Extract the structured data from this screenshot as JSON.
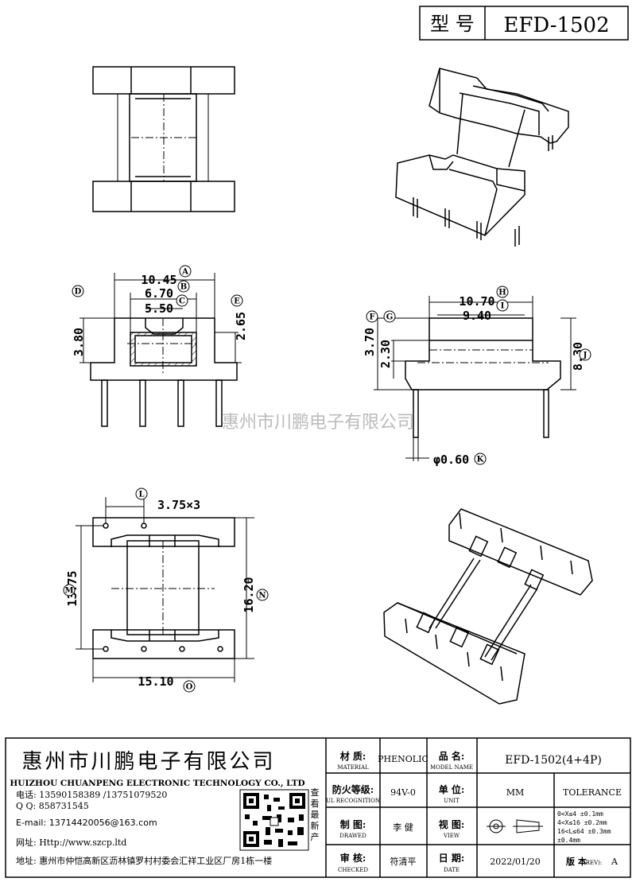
{
  "header": {
    "model_label": "型 号",
    "model_number": "EFD-1502"
  },
  "dims": {
    "a": "10.45",
    "b": "6.70",
    "c": "5.50",
    "d": "3.80",
    "e": "2.65",
    "f": "3.70",
    "g": "2.30",
    "h": "10.70",
    "i": "9.40",
    "j": "8.30",
    "k": "φ0.60",
    "l": "3.75×3",
    "m": "13.75",
    "n": "16.20",
    "o": "15.10"
  },
  "tags": [
    "A",
    "B",
    "C",
    "D",
    "E",
    "F",
    "G",
    "H",
    "I",
    "J",
    "K",
    "L",
    "M",
    "N",
    "O"
  ],
  "watermark": {
    "company_cn": "惠州市川鹏电子有限公司"
  },
  "company": {
    "name_cn": "惠州市川鹏电子有限公司",
    "name_en": "HUIZHOU CHUANPENG ELECTRONIC TECHNOLOGY CO., LTD",
    "phone": "电话: 13590158389 /13751079520",
    "qq": "Q Q: 858731545",
    "email": "E-mail: 13714420056@163.com",
    "website": "网址: Http://www.szcp.ltd",
    "address": "地址: 惠州市仲恺高新区沥林镇罗村村委会汇祥工业区厂房1栋一楼",
    "qr_caption": [
      "查",
      "看",
      "最",
      "新",
      "产"
    ]
  },
  "title_block": {
    "material_cn": "材 质:",
    "material_en": "MATERIAL",
    "material": "PHENOLIC",
    "name_cn": "品 名:",
    "name_en": "MODEL NAME",
    "part_name": "EFD-1502(4+4P)",
    "ul_cn": "防火等级:",
    "ul_en": "UL RECOGNITION",
    "ul_grade": "94V-0",
    "unit_cn": "单 位:",
    "unit_en": "UNIT",
    "unit": "MM",
    "tolerance_label": "TOLERANCE",
    "drawn_cn": "制 图:",
    "drawn_en": "DRAWED",
    "drawn_by": "李 健",
    "view_cn": "视 图:",
    "view_en": "VIEW",
    "tolerances": [
      "0<X≤4   ±0.1mm",
      "4<X≤16  ±0.2mm",
      "16<L≤64 ±0.3mm",
      "   ±0.4mm"
    ],
    "checked_cn": "审 核:",
    "checked_en": "CHECKED",
    "checked_by": "符清平",
    "date_cn": "日 期:",
    "date_en": "DATE",
    "date": "2022/01/20",
    "rev_label": "版 本",
    "rev_label_en": "(REV):",
    "rev": "A"
  }
}
